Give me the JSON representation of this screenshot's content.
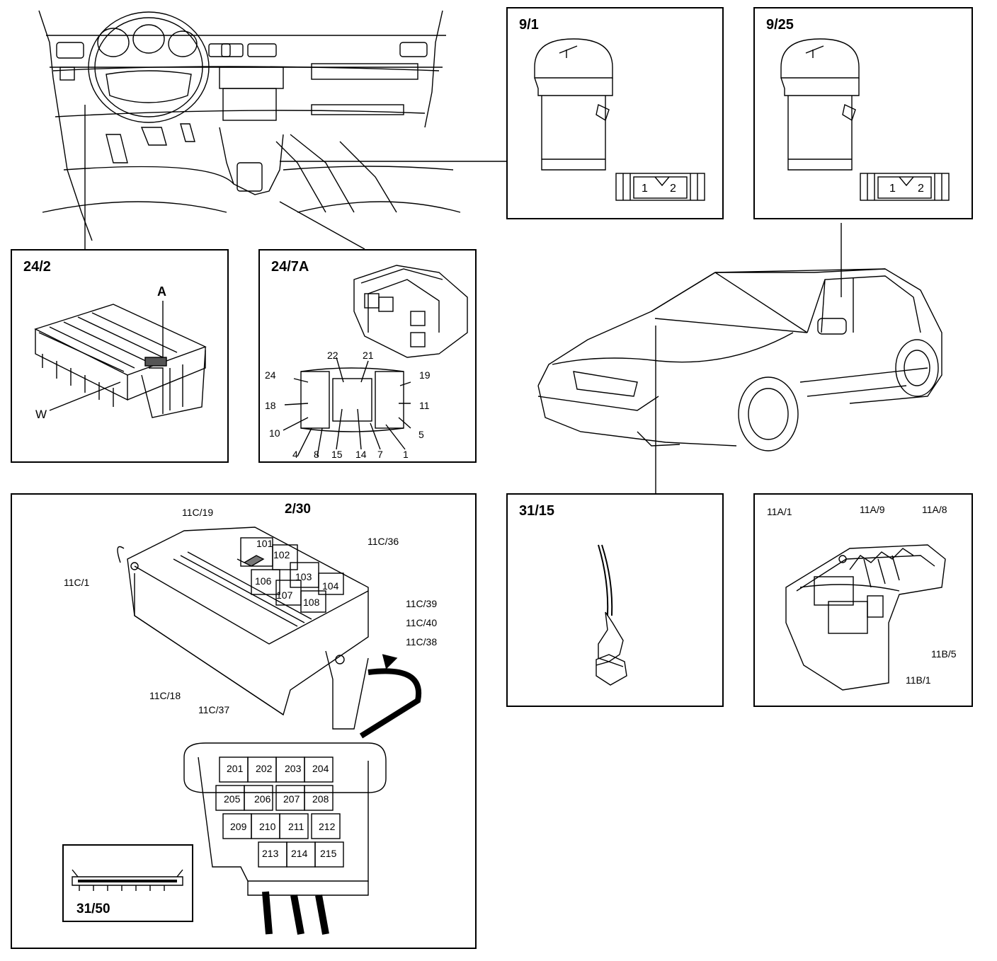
{
  "panels": {
    "p9_1": "9/1",
    "p9_25": "9/25",
    "p24_2": "24/2",
    "p24_7a": "24/7A",
    "p31_15": "31/15",
    "p2_30": "2/30",
    "p31_50": "31/50"
  },
  "switch_pins": [
    "1",
    "2"
  ],
  "fusebox_labels": {
    "a": "A",
    "w": "W"
  },
  "connector_pins": {
    "p22": "22",
    "p21": "21",
    "p24": "24",
    "p19": "19",
    "p18": "18",
    "p11": "11",
    "p10": "10",
    "p5": "5",
    "p4": "4",
    "p8": "8",
    "p15": "15",
    "p14": "14",
    "p7": "7",
    "p1": "1"
  },
  "relay_box": {
    "c19": "11C/19",
    "c1": "11C/1",
    "c36": "11C/36",
    "c39": "11C/39",
    "c40": "11C/40",
    "c38": "11C/38",
    "c18": "11C/18",
    "c37": "11C/37",
    "relays": [
      "101",
      "102",
      "103",
      "104",
      "106",
      "107",
      "108"
    ]
  },
  "relay_lower": [
    "201",
    "202",
    "203",
    "204",
    "205",
    "206",
    "207",
    "208",
    "209",
    "210",
    "211",
    "212",
    "213",
    "214",
    "215"
  ],
  "engine_box": {
    "a1": "11A/1",
    "a9": "11A/9",
    "a8": "11A/8",
    "b5": "11B/5",
    "b1": "11B/1"
  }
}
